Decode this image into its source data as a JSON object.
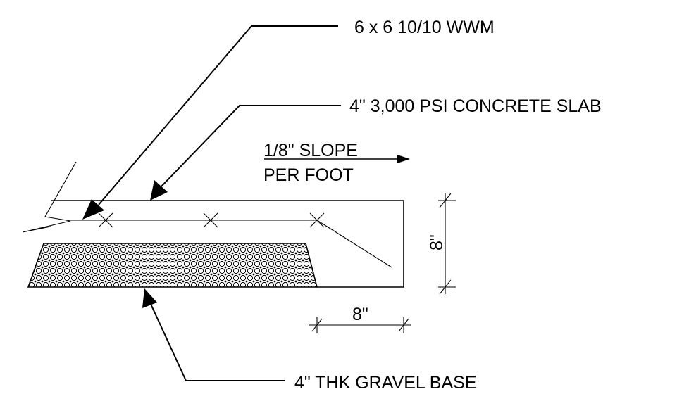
{
  "labels": {
    "wwm": "6 x 6 10/10 WWM",
    "slab": "4\" 3,000 PSI CONCRETE SLAB",
    "slope_line1": "1/8\" SLOPE",
    "slope_line2": "PER FOOT",
    "gravel": "4\" THK GRAVEL BASE",
    "dim_vertical": "8\"",
    "dim_horizontal": "8\""
  },
  "colors": {
    "line": "#000000",
    "background": "#ffffff"
  }
}
